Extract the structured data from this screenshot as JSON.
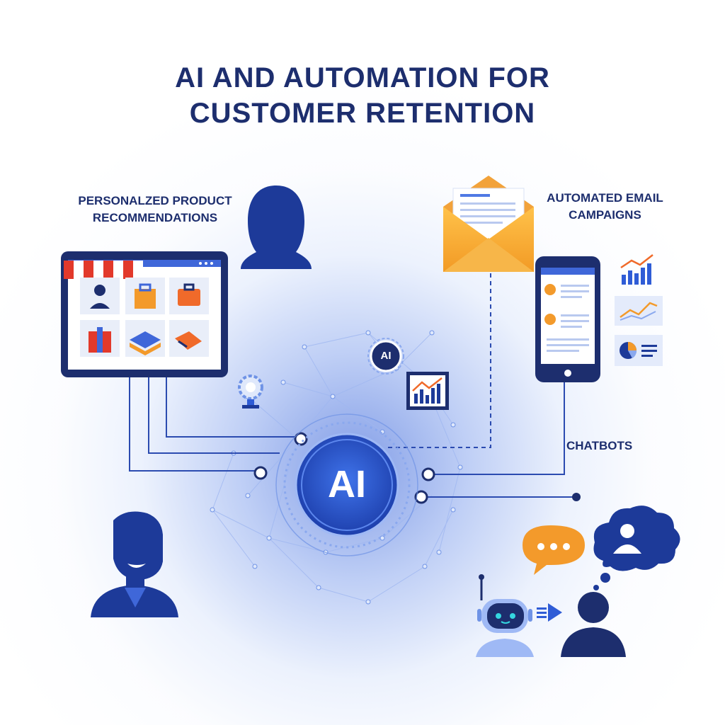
{
  "title": {
    "line1": "AI AND AUTOMATION FOR",
    "line2": "CUSTOMER RETENTION"
  },
  "sections": {
    "product_recommendations": {
      "line1": "PERSONALZED PRODUCT",
      "line2": "RECOMMENDATIONS"
    },
    "email_campaigns": {
      "line1": "AUTOMATED EMAIL",
      "line2": "CAMPAIGNS"
    },
    "chatbots": {
      "label": "CHATBOTS"
    }
  },
  "hub": {
    "label": "AI",
    "badge": "AI"
  },
  "icons": [
    "person-silhouette-icon",
    "storefront-icon",
    "envelope-icon",
    "smartphone-icon",
    "bar-chart-icon",
    "line-chart-icon",
    "pie-chart-icon",
    "ai-badge-icon",
    "gear-globe-icon",
    "analytics-board-icon",
    "smiling-customer-icon",
    "robot-icon",
    "speech-bubble-icon",
    "thought-cloud-icon"
  ],
  "colors": {
    "navy": "#1d2e6e",
    "blue": "#2f5cd6",
    "orange": "#f39a2b",
    "red": "#e2392b",
    "light_blue": "#dfe8fb"
  }
}
